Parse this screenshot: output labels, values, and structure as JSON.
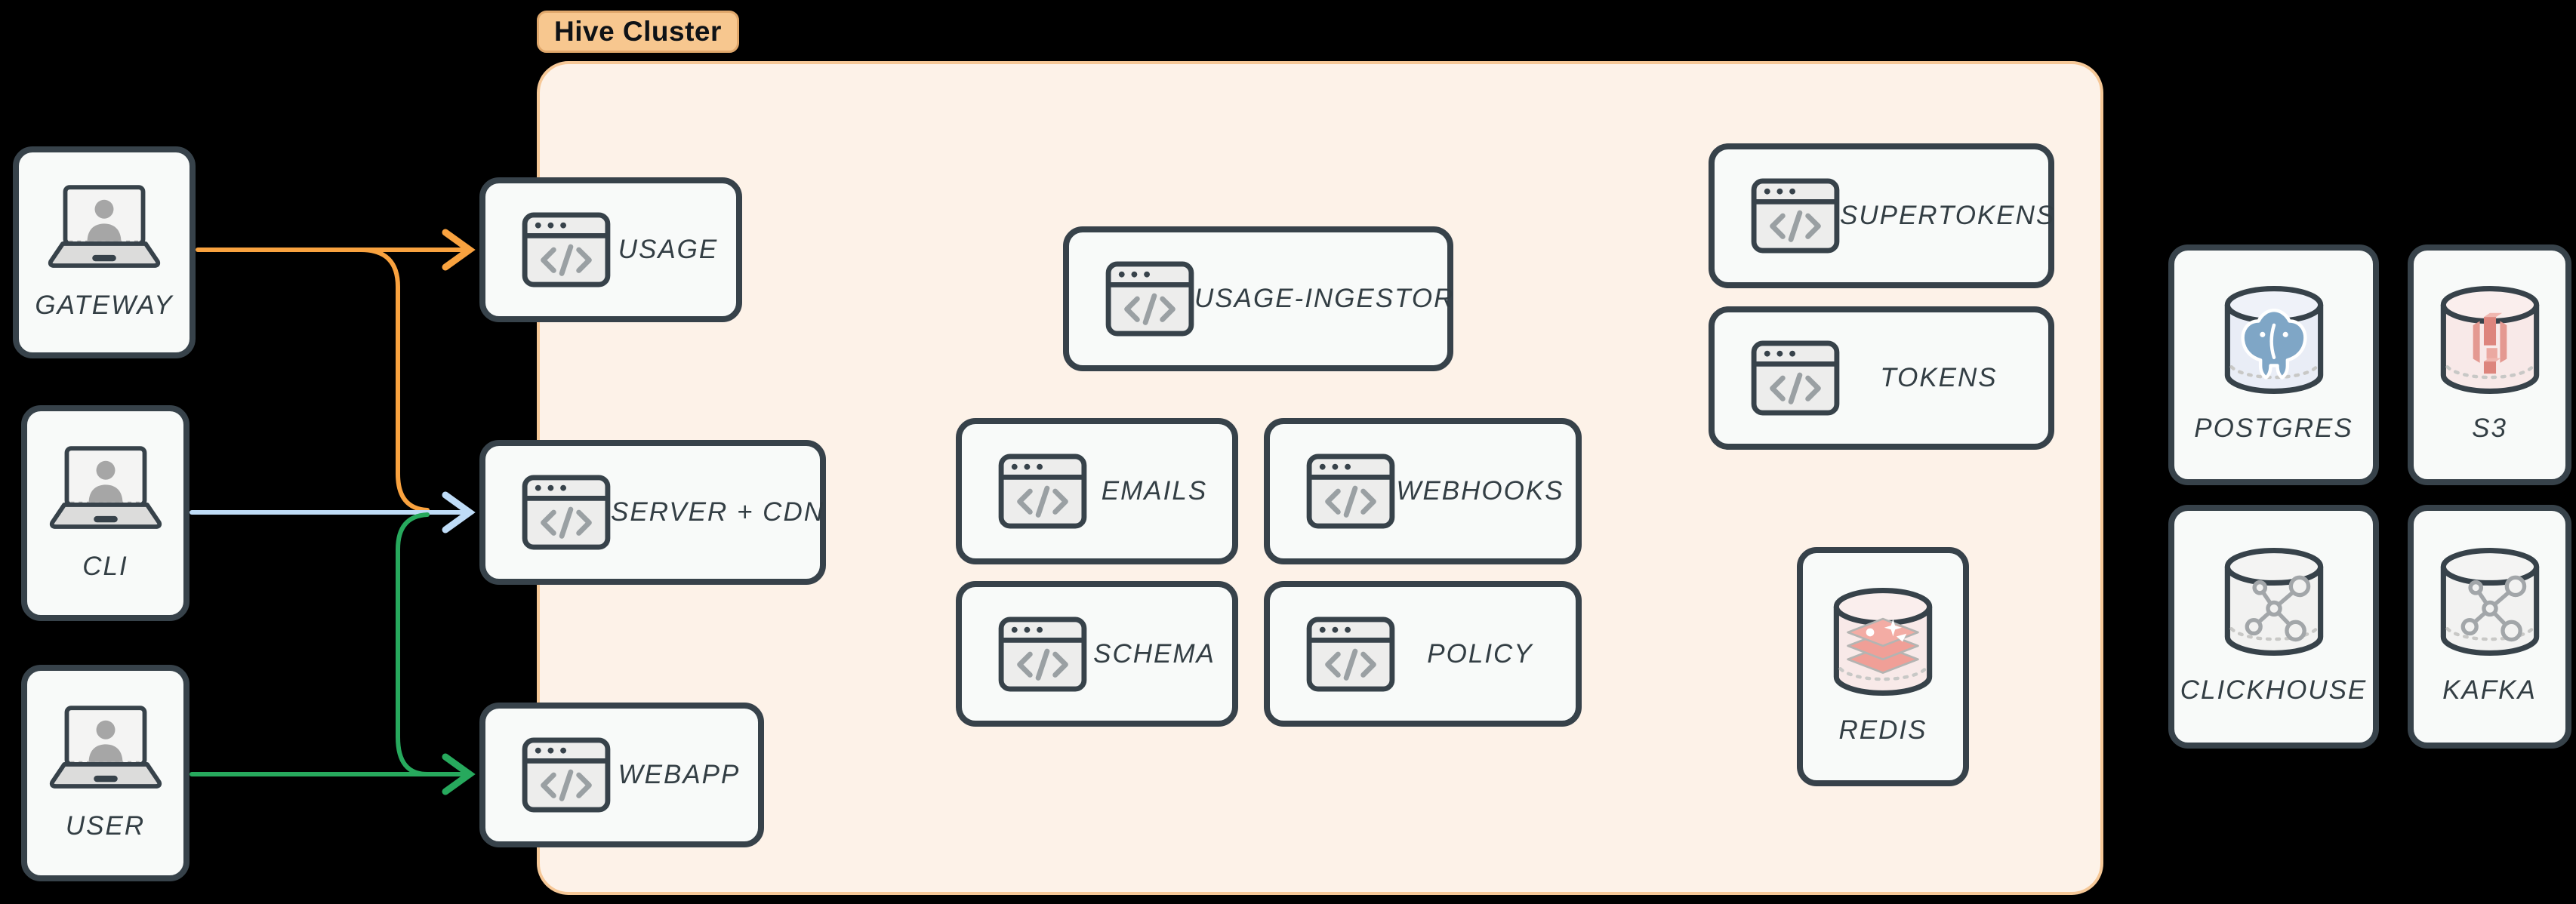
{
  "badge": {
    "label": "Hive Cluster"
  },
  "colors": {
    "background": "#000000",
    "node_fill": "#f8faf9",
    "node_border": "#37424a",
    "cluster_fill": "#fdf2e8",
    "cluster_border": "#f6c897",
    "badge_fill": "#f7c78f",
    "arrow_gateway": "#f9a23f",
    "arrow_cli": "#bfdcf7",
    "arrow_user": "#27a95d"
  },
  "clients": {
    "gateway": {
      "label": "GATEWAY",
      "icon": "laptop-user-icon"
    },
    "cli": {
      "label": "CLI",
      "icon": "laptop-user-icon"
    },
    "user": {
      "label": "USER",
      "icon": "laptop-user-icon"
    }
  },
  "services": {
    "usage": {
      "label": "USAGE",
      "icon": "code-window-icon"
    },
    "server_cdn": {
      "label": "SERVER + CDN",
      "icon": "code-window-icon"
    },
    "webapp": {
      "label": "WEBAPP",
      "icon": "code-window-icon"
    },
    "usage_ingestor": {
      "label": "USAGE-INGESTOR",
      "icon": "code-window-icon"
    },
    "emails": {
      "label": "EMAILS",
      "icon": "code-window-icon"
    },
    "webhooks": {
      "label": "WEBHOOKS",
      "icon": "code-window-icon"
    },
    "schema": {
      "label": "SCHEMA",
      "icon": "code-window-icon"
    },
    "policy": {
      "label": "POLICY",
      "icon": "code-window-icon"
    },
    "supertokens": {
      "label": "SUPERTOKENS",
      "icon": "code-window-icon"
    },
    "tokens": {
      "label": "TOKENS",
      "icon": "code-window-icon"
    }
  },
  "datastores": {
    "redis": {
      "label": "REDIS",
      "icon": "redis-database-icon"
    },
    "postgres": {
      "label": "POSTGRES",
      "icon": "postgres-database-icon"
    },
    "s3": {
      "label": "S3",
      "icon": "s3-database-icon"
    },
    "clickhouse": {
      "label": "CLICKHOUSE",
      "icon": "network-database-icon"
    },
    "kafka": {
      "label": "KAFKA",
      "icon": "network-database-icon"
    }
  },
  "edges": [
    {
      "from": "GATEWAY",
      "to": "USAGE",
      "color": "#f9a23f"
    },
    {
      "from": "GATEWAY",
      "to": "SERVER + CDN",
      "color": "#f9a23f"
    },
    {
      "from": "CLI",
      "to": "SERVER + CDN",
      "color": "#bfdcf7"
    },
    {
      "from": "USER",
      "to": "SERVER + CDN",
      "color": "#27a95d"
    },
    {
      "from": "USER",
      "to": "WEBAPP",
      "color": "#27a95d"
    }
  ]
}
